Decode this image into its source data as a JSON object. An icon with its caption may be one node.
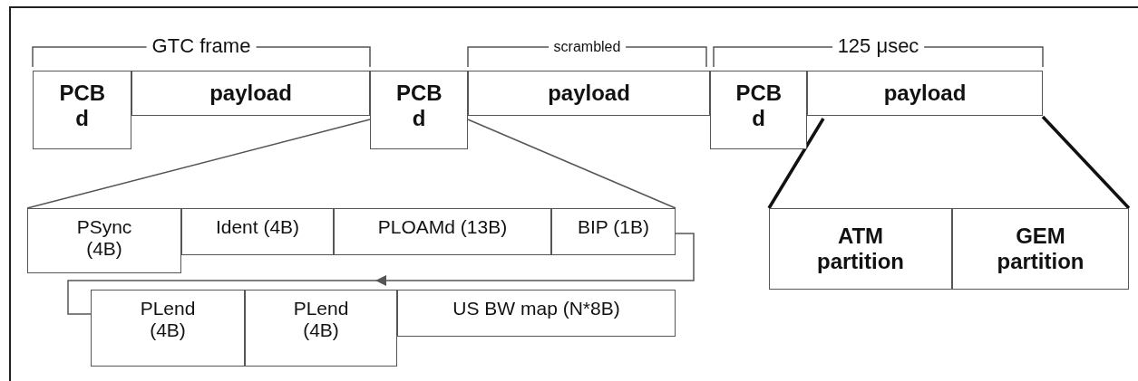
{
  "diagram": {
    "nodes": [
      {
        "text": [
          "PCB d"
        ]
      },
      {
        "text": [
          "payload"
        ]
      },
      {
        "text": [
          "PCB d"
        ]
      },
      {
        "text": [
          "payload"
        ]
      },
      {
        "text": [
          "PCB d"
        ]
      },
      {
        "text": [
          "payload"
        ]
      },
      {
        "text": [
          "PSync (4B)"
        ]
      },
      {
        "text": [
          "Ident (4B)"
        ]
      },
      {
        "text": [
          "PLOAMd (13B)"
        ]
      },
      {
        "text": [
          "BIP (1B)"
        ]
      },
      {
        "text": [
          "PLend (4B)"
        ]
      },
      {
        "text": [
          "PLend (4B)"
        ]
      },
      {
        "text": [
          "US BW map (N*8B)"
        ]
      },
      {
        "text": [
          "ATM partition"
        ]
      },
      {
        "text": [
          "GEM partition"
        ]
      }
    ],
    "edges": [
      {
        "from": 2,
        "to": 6,
        "arrow": "none"
      },
      {
        "from": 2,
        "to": 9,
        "arrow": "none"
      },
      {
        "from": 5,
        "to": 13,
        "arrow": "none",
        "style": "thick"
      },
      {
        "from": 5,
        "to": 14,
        "arrow": "none",
        "style": "thick"
      },
      {
        "from": 9,
        "to": 10,
        "arrow": "to"
      }
    ],
    "labels": [
      "GTC frame",
      "scrambled",
      "125 μsec"
    ]
  }
}
